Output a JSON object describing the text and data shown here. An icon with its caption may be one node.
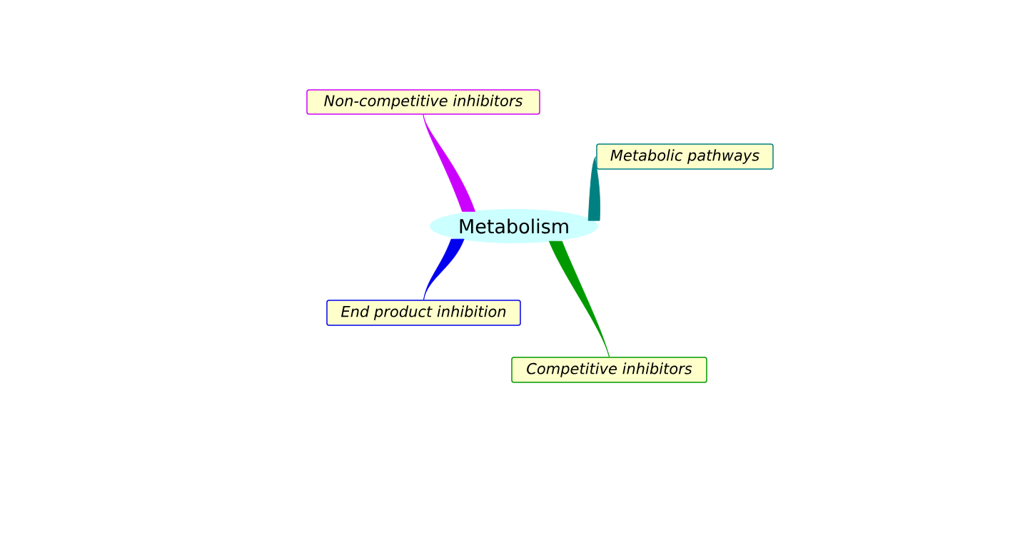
{
  "diagram": {
    "nodes": [
      {
        "text": [
          "Metabolism"
        ]
      },
      {
        "text": [
          "Non-competitive inhibitors"
        ]
      },
      {
        "text": [
          "Metabolic pathways"
        ]
      },
      {
        "text": [
          "End product inhibition"
        ]
      },
      {
        "text": [
          "Competitive inhibitors"
        ]
      }
    ],
    "edges": [
      {
        "from": 0,
        "to": 1,
        "arrow": "none",
        "color": "#cc00ff"
      },
      {
        "from": 0,
        "to": 2,
        "arrow": "none",
        "color": "#008080"
      },
      {
        "from": 0,
        "to": 3,
        "arrow": "none",
        "color": "#0000ee"
      },
      {
        "from": 0,
        "to": 4,
        "arrow": "none",
        "color": "#009900"
      }
    ]
  }
}
